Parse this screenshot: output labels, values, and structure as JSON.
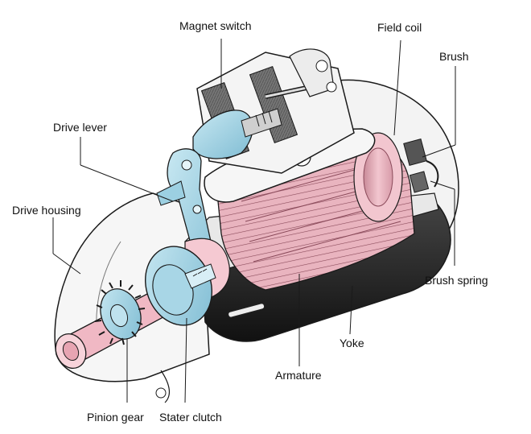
{
  "diagram": {
    "labels": {
      "magnet_switch": "Magnet switch",
      "field_coil": "Field coil",
      "brush": "Brush",
      "drive_lever": "Drive lever",
      "drive_housing": "Drive housing",
      "brush_spring": "Brush spring",
      "yoke": "Yoke",
      "armature": "Armature",
      "pinion_gear": "Pinion gear",
      "stater_clutch": "Stater clutch"
    },
    "colors": {
      "outline": "#1a1a1a",
      "housing": "#f4f4f4",
      "yoke": "#2b2b2b",
      "armature": "#e9b4bf",
      "armature_dark": "#c98a98",
      "lever_blue": "#9cd0e2",
      "pinion_shaft": "#f0b8c4",
      "coil_grey": "#6e6e6e"
    }
  }
}
